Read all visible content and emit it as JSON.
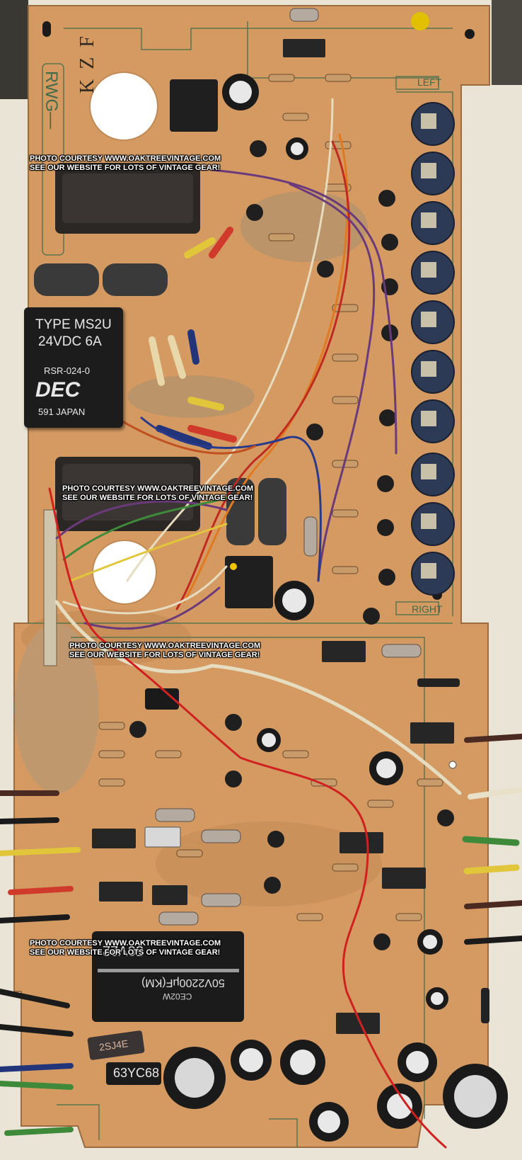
{
  "board": {
    "silkscreen_top": "KZF",
    "silkscreen_side": "RWG—",
    "label_left": "LEFT",
    "label_right": "RIGHT"
  },
  "relay": {
    "type_line": "TYPE MS2U",
    "rating_line": "24VDC 6A",
    "part_no": "RSR-024-0",
    "brand": "DEC",
    "origin": "591  JAPAN"
  },
  "watermarks": [
    {
      "line1": "PHOTO COURTESY WWW.OAKTREEVINTAGE.COM",
      "line2": "SEE OUR WEBSITE FOR LOTS OF VINTAGE GEAR!"
    },
    {
      "line1": "PHOTO COURTESY WWW.OAKTREEVINTAGE.COM",
      "line2": "SEE OUR WEBSITE FOR LOTS OF VINTAGE GEAR!"
    },
    {
      "line1": "PHOTO COURTESY WWW.OAKTREEVINTAGE.COM",
      "line2": "SEE OUR WEBSITE FOR LOTS OF VINTAGE GEAR!"
    },
    {
      "line1": "PHOTO COURTESY WWW.OAKTREEVINTAGE.COM",
      "line2": "SEE OUR WEBSITE FOR LOTS OF VINTAGE GEAR!"
    }
  ],
  "big_cap": {
    "line1": "50V2200μF(KM)",
    "line2": "50V22",
    "line3": "CE02W"
  },
  "small_caps": {
    "cap_a": "2SJ4E",
    "cap_b": "63YC68"
  },
  "colors": {
    "pcb": "#d49a62",
    "pcb_dark": "#b9804d",
    "trace": "#3f6b4a",
    "background": "#e9e4d6"
  }
}
